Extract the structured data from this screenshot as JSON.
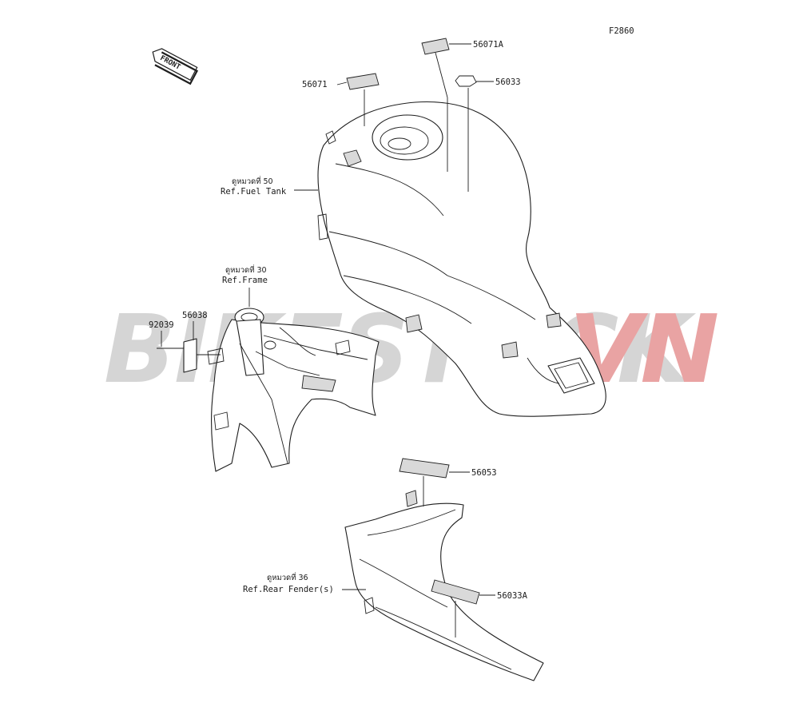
{
  "diagram_code": "F2860",
  "front_marker": "FRONT",
  "watermark": {
    "part1": "BIKESTOCK",
    "part2": "VN",
    "color1": "#d5d5d5",
    "color2": "#e9a3a3"
  },
  "parts": {
    "p56071A": "56071A",
    "p56071": "56071",
    "p56033": "56033",
    "p56038": "56038",
    "p92039": "92039",
    "p56053": "56053",
    "p56033A": "56033A"
  },
  "refs": {
    "fuel_tank": {
      "thai": "ดูหมวดที่ 50",
      "en": "Ref.Fuel Tank"
    },
    "frame": {
      "thai": "ดูหมวดที่ 30",
      "en": "Ref.Frame"
    },
    "rear_fender": {
      "thai": "ดูหมวดที่ 36",
      "en": "Ref.Rear Fender(s)"
    }
  }
}
